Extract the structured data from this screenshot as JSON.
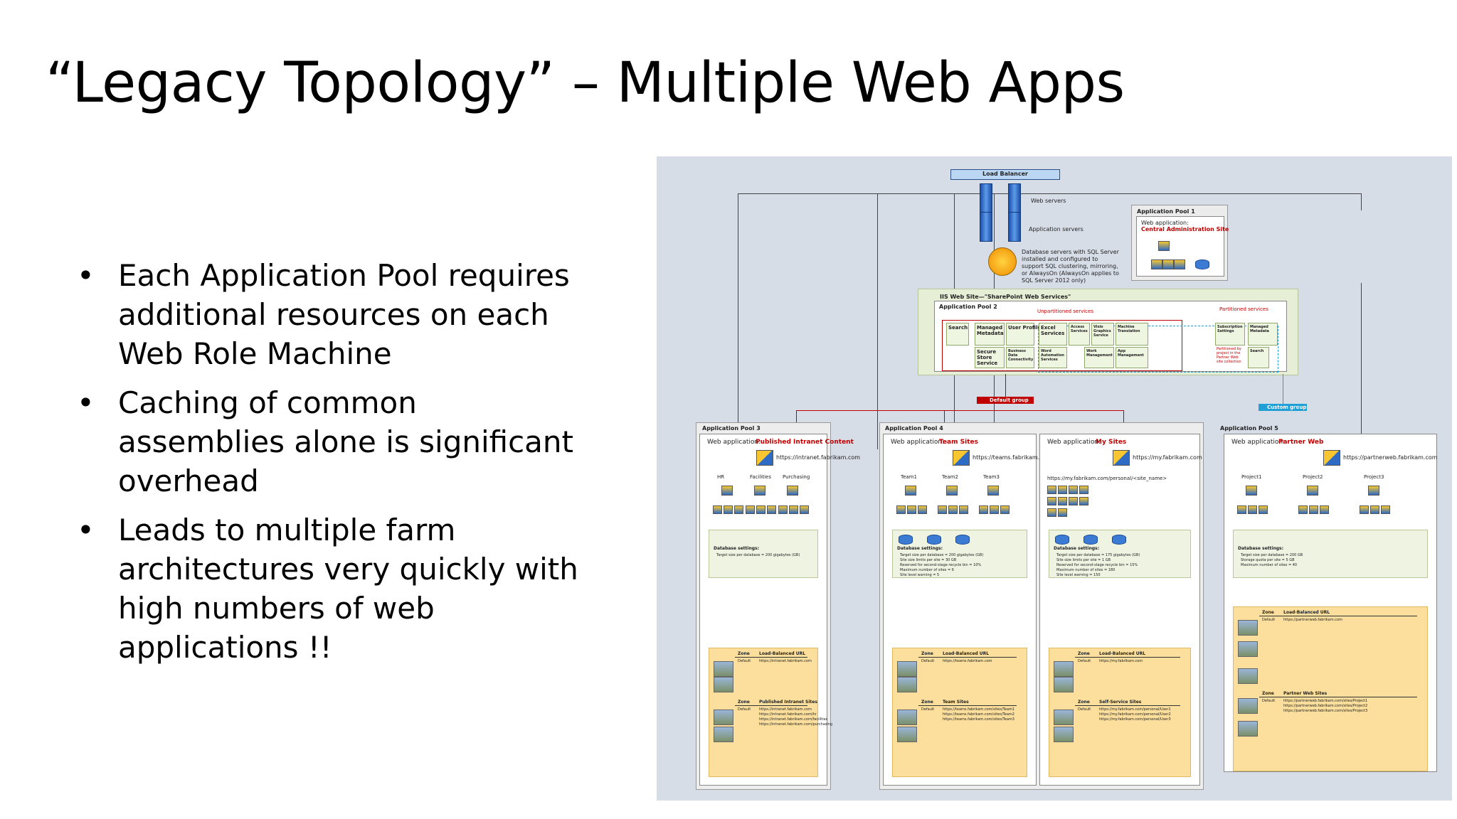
{
  "slide": {
    "title": "“Legacy Topology” – Multiple Web Apps",
    "bullets": [
      "Each Application Pool requires additional resources on each Web Role Machine",
      "Caching of common assemblies alone is significant overhead",
      "Leads to multiple farm architectures very quickly with high numbers of web applications !!"
    ],
    "bullet_glyph": "•"
  },
  "diagram": {
    "load_balancer": "Load Balancer",
    "web_servers": "Web servers",
    "app_servers": "Application servers",
    "db_servers": "Database servers with SQL Server installed and configured to support SQL clustering, mirroring, or AlwaysOn (AlwaysOn applies to SQL Server 2012 only)",
    "pool1": {
      "title": "Application Pool 1",
      "web_app_label": "Web application:",
      "web_app_name": "Central Administration Site"
    },
    "iis": {
      "title": "IIS Web Site—\"SharePoint Web Services\"",
      "pool2": "Application Pool 2",
      "unpartitioned": "Unpartitioned services",
      "partitioned": "Partitioned services",
      "services_a": [
        "Search",
        "Managed Metadata",
        "User Profile",
        "Secure Store Service",
        "Business Data Connectivity"
      ],
      "services_b": [
        "Excel Services",
        "Access Services",
        "Visio Graphics Service",
        "Machine Translation",
        "Word Automation Services",
        "Work Management",
        "App Management"
      ],
      "services_c": [
        "Subscription Settings",
        "Managed Metadata",
        "Search"
      ],
      "partition_note": "Partitioned by project in the Partner Web site collection"
    },
    "default_group": "Default group",
    "custom_group": "Custom group",
    "pools": [
      {
        "title": "Application Pool 3",
        "web_app_label": "Web application:",
        "web_app_name": "Published Intranet Content",
        "url": "https://intranet.fabrikam.com",
        "sites": [
          "HR",
          "Facilities",
          "Purchasing"
        ],
        "db_title": "Database settings:",
        "db_lines": [
          "Target size per database = 200 gigabytes (GB)"
        ],
        "zone1": {
          "h1": "Zone",
          "h2": "Load-Balanced URL",
          "zone": "Default",
          "urls": [
            "https://intranet.fabrikam.com"
          ]
        },
        "zone2": {
          "h1": "Zone",
          "h2": "Published Intranet Sites",
          "zone": "Default",
          "urls": [
            "https://intranet.fabrikam.com",
            "https://intranet.fabrikam.com/hr",
            "https://intranet.fabrikam.com/facilities",
            "https://intranet.fabrikam.com/purchasing"
          ]
        }
      },
      {
        "title": "Application Pool 4",
        "web_app_label": "Web application:",
        "web_app_name": "Team Sites",
        "url": "https://teams.fabrikam.com",
        "sites": [
          "Team1",
          "Team2",
          "Team3"
        ],
        "db_title": "Database settings:",
        "db_lines": [
          "Target size per database = 200 gigabytes (GB)",
          "Site size limits per site = 30 GB",
          "Reserved for second-stage recycle bin = 10%",
          "Maximum number of sites = 6",
          "Site level warning = 5"
        ],
        "zone1": {
          "h1": "Zone",
          "h2": "Load-Balanced URL",
          "zone": "Default",
          "urls": [
            "https://teams.fabrikam.com"
          ]
        },
        "zone2": {
          "h1": "Zone",
          "h2": "Team Sites",
          "zone": "Default",
          "urls": [
            "https://teams.fabrikam.com/sites/Team1",
            "https://teams.fabrikam.com/sites/Team2",
            "https://teams.fabrikam.com/sites/Team3"
          ]
        }
      },
      {
        "title": "",
        "web_app_label": "Web application:",
        "web_app_name": "My Sites",
        "url": "https://my.fabrikam.com",
        "personal_url": "https://my.fabrikam.com/personal/<site_name>",
        "db_title": "Database settings:",
        "db_lines": [
          "Target size per database = 175 gigabytes (GB)",
          "Site size limits per site = 1 GB",
          "Reserved for second-stage recycle bin = 15%",
          "Maximum number of sites = 180",
          "Site level warning = 150"
        ],
        "zone1": {
          "h1": "Zone",
          "h2": "Load-Balanced URL",
          "zone": "Default",
          "urls": [
            "https://my.fabrikam.com"
          ]
        },
        "zone2": {
          "h1": "Zone",
          "h2": "Self-Service Sites",
          "zone": "Default",
          "urls": [
            "https://my.fabrikam.com/personal/User1",
            "https://my.fabrikam.com/personal/User2",
            "https://my.fabrikam.com/personal/User3"
          ]
        }
      },
      {
        "title": "Application Pool 5",
        "web_app_label": "Web application:",
        "web_app_name": "Partner Web",
        "url": "https://partnerweb.fabrikam.com",
        "sites": [
          "Project1",
          "Project2",
          "Project3"
        ],
        "db_title": "Database settings:",
        "db_lines": [
          "Target size per database = 200 GB",
          "Storage quota per site = 5 GB",
          "Maximum number of sites = 40"
        ],
        "zone1": {
          "h1": "Zone",
          "h2": "Load-Balanced URL",
          "zone": "Default",
          "urls": [
            "https://partnerweb.fabrikam.com"
          ]
        },
        "zone2": {
          "h1": "Zone",
          "h2": "Partner Web Sites",
          "zone": "Default",
          "urls": [
            "https://partnerweb.fabrikam.com/sites/Project1",
            "https://partnerweb.fabrikam.com/sites/Project2",
            "https://partnerweb.fabrikam.com/sites/Project3"
          ]
        }
      }
    ]
  }
}
